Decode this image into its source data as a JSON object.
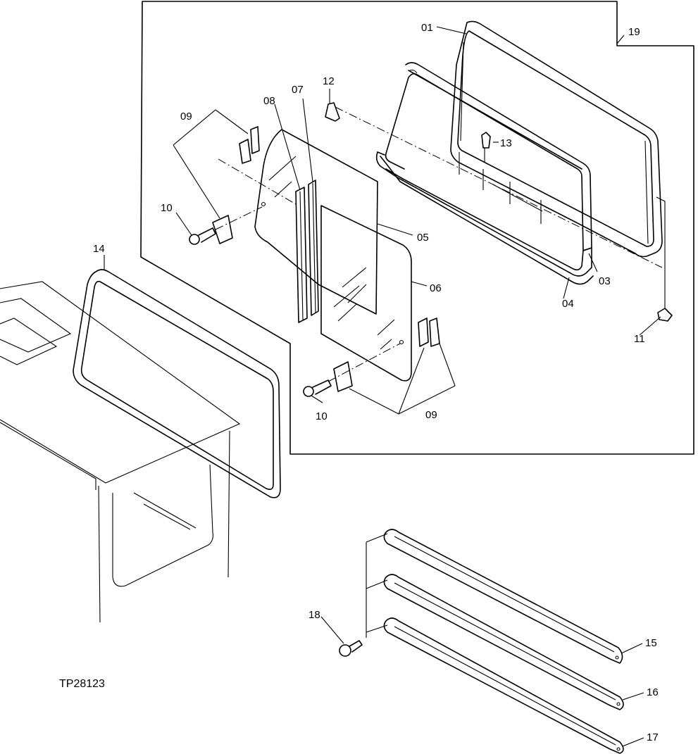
{
  "figure": {
    "code": "TP28123"
  },
  "labels": {
    "p01": "01",
    "p03": "03",
    "p04": "04",
    "p05": "05",
    "p06": "06",
    "p07": "07",
    "p08": "08",
    "p09a": "09",
    "p09b": "09",
    "p10a": "10",
    "p10b": "10",
    "p11": "11",
    "p12": "12",
    "p13": "13",
    "p14": "14",
    "p15": "15",
    "p16": "16",
    "p17": "17",
    "p18": "18",
    "p19": "19"
  }
}
